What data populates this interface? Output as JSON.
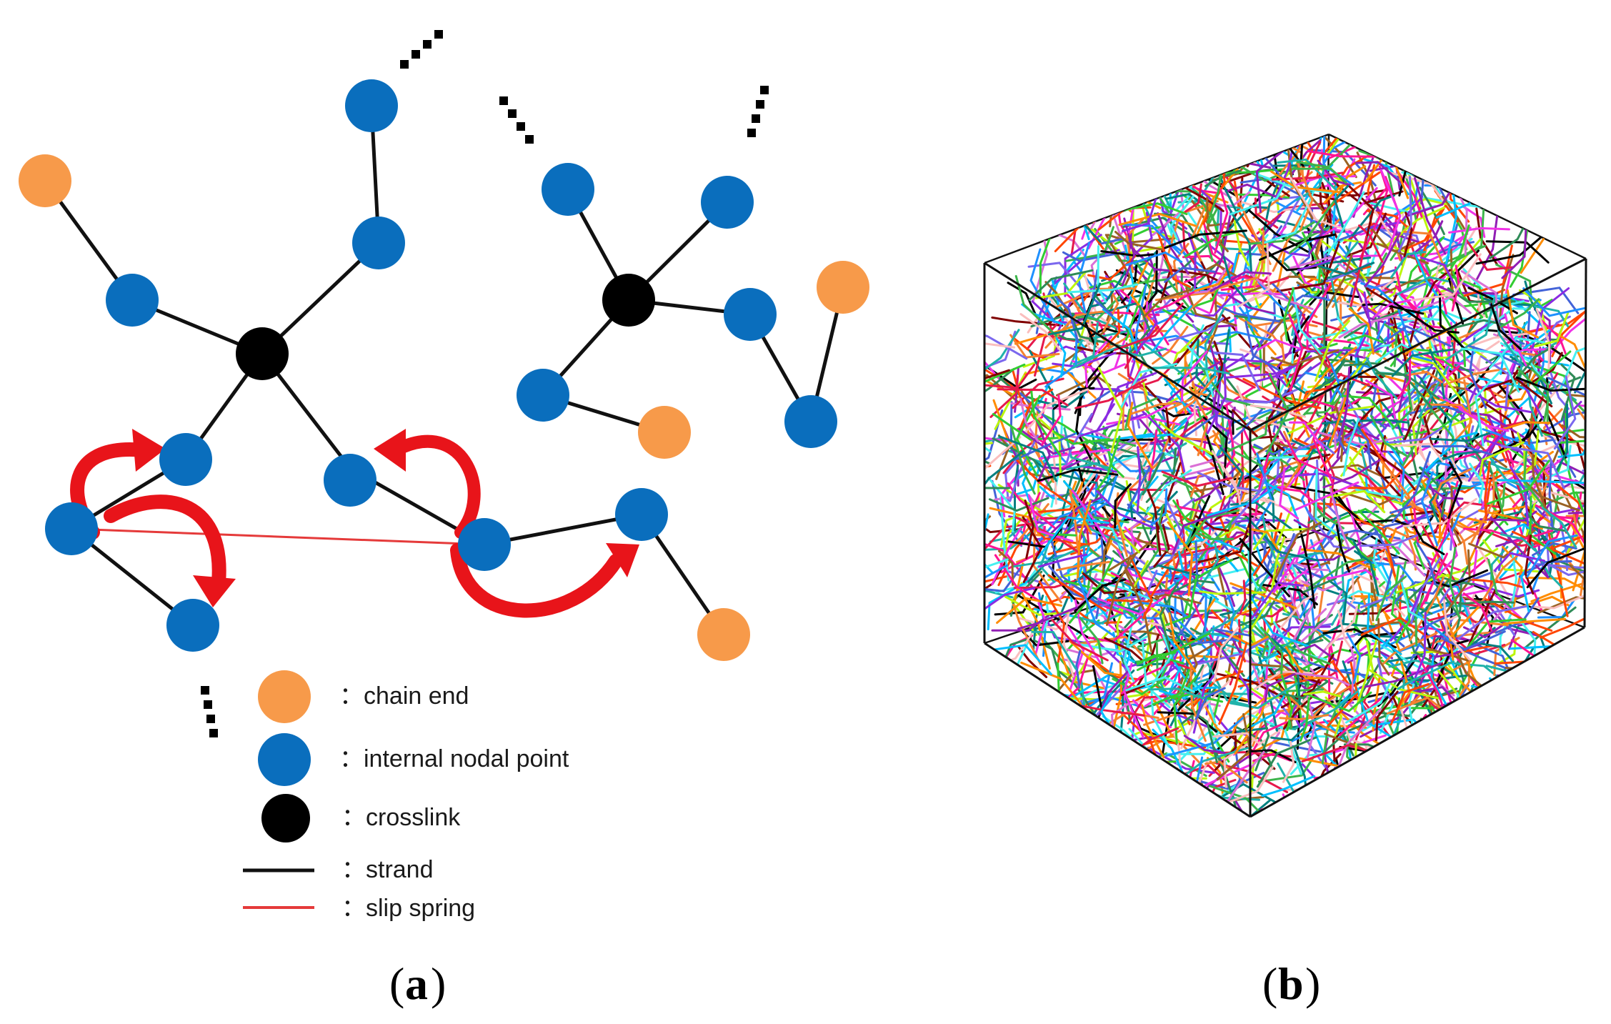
{
  "panel_a": {
    "caption_letter": "a",
    "legend": [
      {
        "kind": "node",
        "color": "#F79A4A",
        "label": "：chain end"
      },
      {
        "kind": "node",
        "color": "#0A6EBD",
        "label": "：internal nodal point"
      },
      {
        "kind": "node",
        "color": "#000000",
        "label": "：crosslink"
      },
      {
        "kind": "line",
        "color": "#111111",
        "label": "：strand"
      },
      {
        "kind": "line",
        "color": "#E53A3A",
        "label": "：slip spring"
      }
    ]
  },
  "panel_b": {
    "caption_letter": "b",
    "strand_palette": [
      "#e6194b",
      "#3cb44b",
      "#4363d8",
      "#f58231",
      "#911eb4",
      "#46f0f0",
      "#f032e6",
      "#bcf60c",
      "#fabebe",
      "#008080",
      "#9a6324",
      "#800000",
      "#00bfff",
      "#ff8c00",
      "#1e90ff",
      "#32cd32",
      "#ff1493",
      "#7b68ee",
      "#20b2aa",
      "#000000",
      "#ff4500",
      "#2e8b57",
      "#da70d6",
      "#8a2be2"
    ]
  },
  "colors": {
    "chain_end": "#F79A4A",
    "internal_node": "#0A6EBD",
    "crosslink": "#000000",
    "strand": "#111111",
    "slip_spring": "#E53A3A",
    "arrow": "#E8141A"
  }
}
